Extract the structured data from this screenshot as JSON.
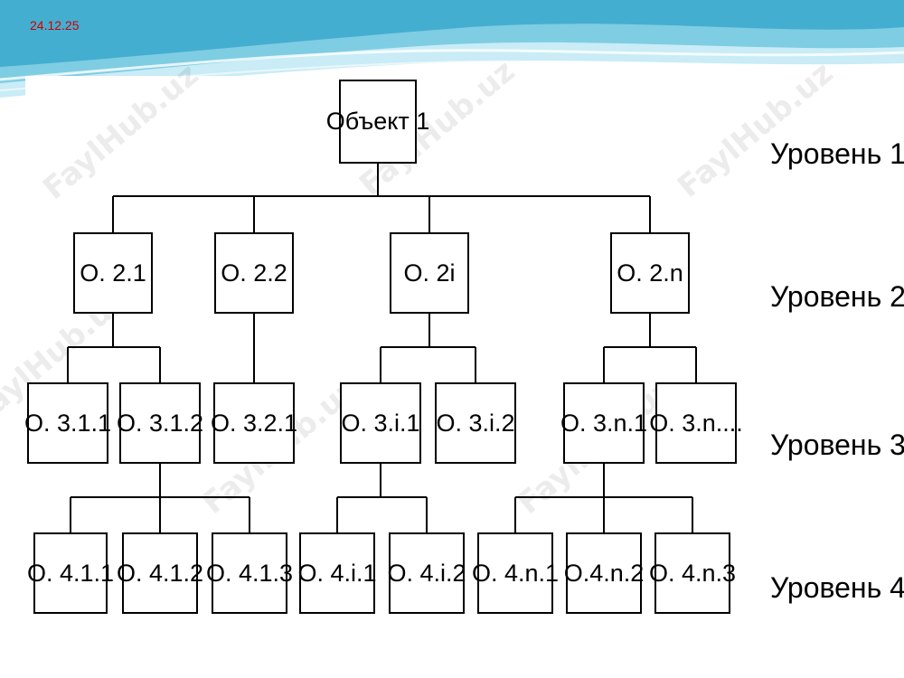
{
  "slide": {
    "date": "24.12.25"
  },
  "watermark": {
    "text": "FaylHub.uz",
    "color": "#000000"
  },
  "colors": {
    "banner_light": "#bfe7f3",
    "banner_mid": "#69c2dc",
    "banner_dark": "#2a9fc4",
    "date": "#d10000"
  },
  "hierarchy": {
    "levels": [
      "Уровень 1",
      "Уровень 2",
      "Уровень 3",
      "Уровень 4"
    ],
    "root": {
      "label": "Объект 1"
    },
    "level2": [
      "О. 2.1",
      "О. 2.2",
      "О. 2i",
      "О. 2.n"
    ],
    "level3": [
      "О. 3.1.1",
      "О. 3.1.2",
      "О. 3.2.1",
      "О. 3.i.1",
      "О. 3.i.2",
      "О. 3.n.1",
      "О. 3.n...."
    ],
    "level4": [
      "О. 4.1.1",
      "О. 4.1.2",
      "О. 4.1.3",
      "О. 4.i.1",
      "О. 4.i.2",
      "О. 4.n.1",
      "О.4.n.2",
      "О. 4.n.3"
    ]
  }
}
